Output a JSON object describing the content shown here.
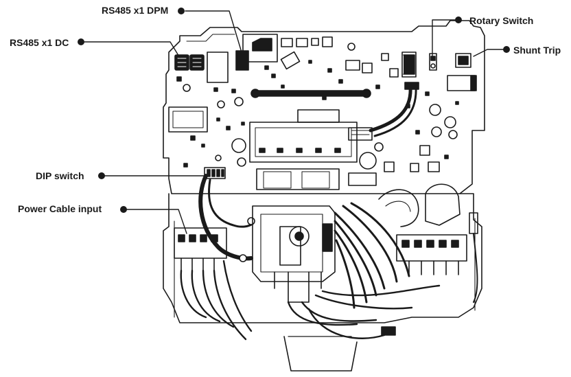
{
  "callouts": {
    "rs485_dpm": "RS485 x1 DPM",
    "rs485_dc": "RS485 x1 DC",
    "rotary_switch": "Rotary Switch",
    "shunt_trip": "Shunt Trip",
    "dip_switch": "DIP switch",
    "power_cable_input": "Power Cable input"
  },
  "colors": {
    "line": "#1a1a1a",
    "background": "#ffffff"
  }
}
